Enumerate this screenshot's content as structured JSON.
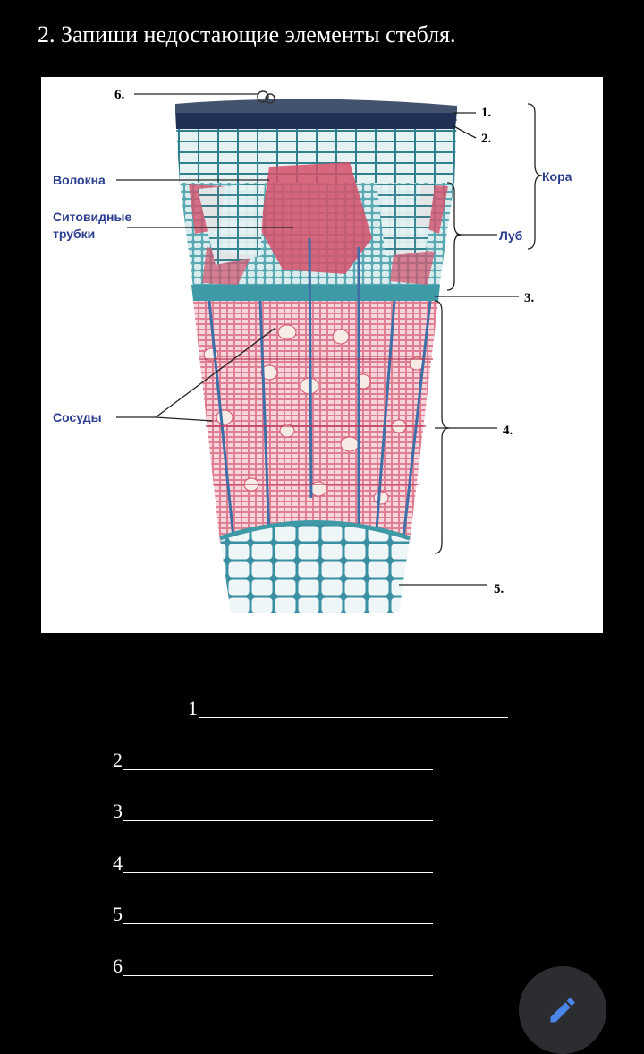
{
  "title": "2. Запиши недостающие элементы стебля.",
  "diagram": {
    "labels": {
      "volokna": "Волокна",
      "sitovidnye_1": "Ситовидные",
      "sitovidnye_2": "трубки",
      "sosudy": "Сосуды",
      "kora": "Кора",
      "lub": "Луб",
      "n1": "1.",
      "n2": "2.",
      "n3": "3.",
      "n4": "4.",
      "n5": "5.",
      "n6": "6."
    }
  },
  "answers": [
    {
      "number": "1"
    },
    {
      "number": "2"
    },
    {
      "number": "3"
    },
    {
      "number": "4"
    },
    {
      "number": "5"
    },
    {
      "number": "6"
    }
  ],
  "colors": {
    "background": "#000000",
    "fab": "#2b2d31",
    "pencil": "#4a86e8",
    "label_blue": "#2a3d8f",
    "wood_red": "#d4506a",
    "phloem_teal": "#3e9aa6"
  },
  "icons": {
    "fab": "pencil-icon"
  }
}
